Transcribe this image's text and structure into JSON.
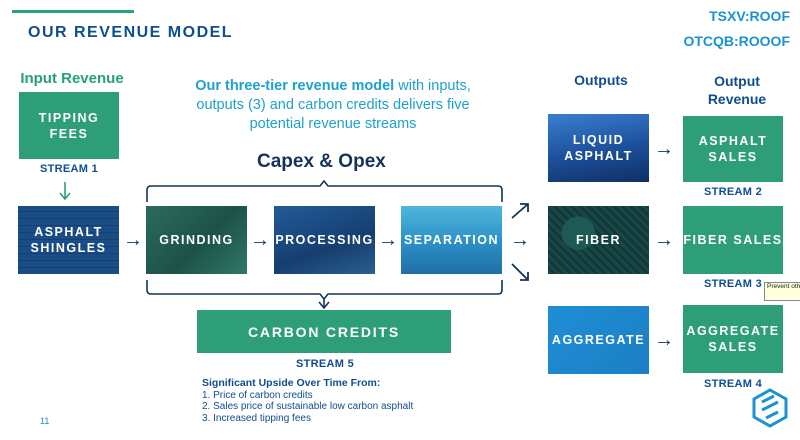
{
  "header": {
    "title": "OUR REVENUE MODEL",
    "ticker_1": "TSXV:ROOF",
    "ticker_2": "OTCQB:ROOOF"
  },
  "columns": {
    "input_revenue": "Input Revenue",
    "outputs": "Outputs",
    "output_revenue": "Output Revenue"
  },
  "intro": {
    "bold": "Our three-tier revenue model",
    "rest": " with inputs, outputs (3) and carbon credits delivers five potential revenue streams"
  },
  "capex_label": "Capex & Opex",
  "inputs": {
    "tipping_fees": "TIPPING FEES",
    "stream_1": "STREAM 1",
    "asphalt_shingles": "ASPHALT SHINGLES"
  },
  "process": {
    "grinding": "GRINDING",
    "processing": "PROCESSING",
    "separation": "SEPARATION"
  },
  "carbon": {
    "label": "CARBON CREDITS",
    "stream_5": "STREAM 5"
  },
  "outputs": {
    "liquid_asphalt": "LIQUID ASPHALT",
    "fiber": "FIBER",
    "aggregate": "AGGREGATE"
  },
  "sales": {
    "asphalt_sales": "ASPHALT SALES",
    "stream_2": "STREAM 2",
    "fiber_sales": "FIBER SALES",
    "stream_3": "STREAM 3",
    "aggregate_sales": "AGGREGATE SALES",
    "stream_4": "STREAM 4"
  },
  "notes": {
    "heading": "Significant Upside Over Time From:",
    "items": [
      "1. Price of carbon credits",
      "2. Sales price of sustainable low carbon asphalt",
      "3. Increased tipping fees"
    ]
  },
  "page_number": "11",
  "tooltip": "Prevent othe information",
  "colors": {
    "green": "#2e9e79",
    "navy": "#0f4d91",
    "cyan": "#1da1cf"
  }
}
